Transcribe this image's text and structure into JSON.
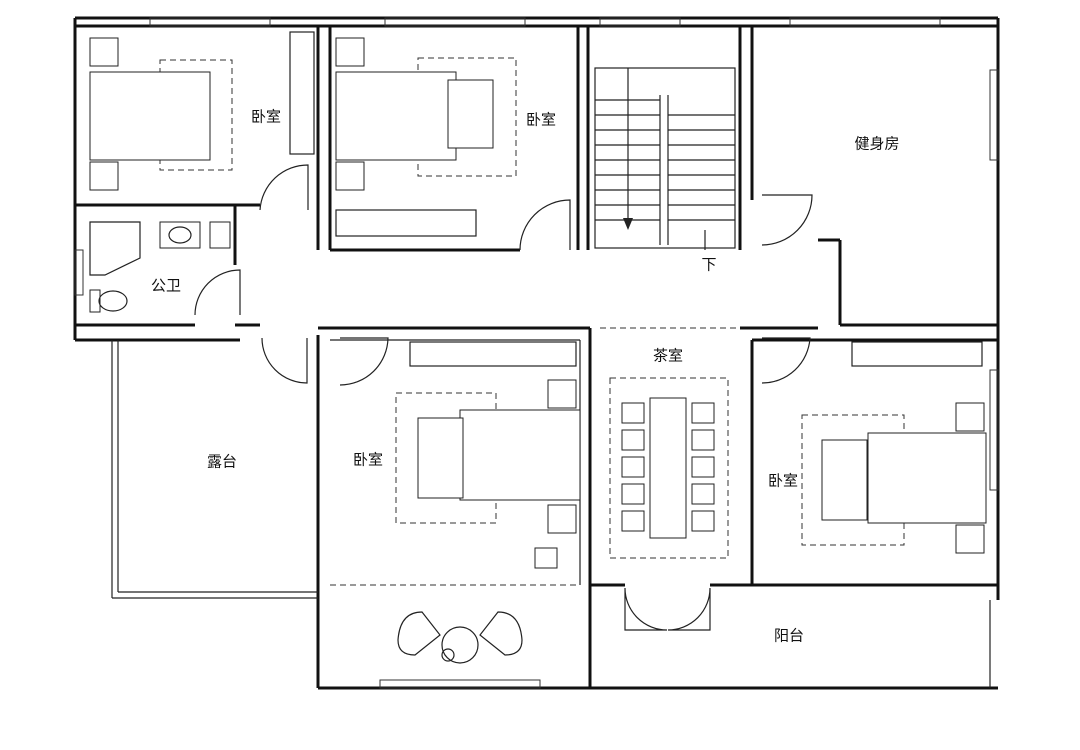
{
  "rooms": {
    "bedroom_nw": "卧室",
    "bedroom_n": "卧室",
    "fitness": "健身房",
    "bathroom": "公卫",
    "stair_down": "下",
    "tea_room": "茶室",
    "terrace": "露台",
    "bedroom_sw": "卧室",
    "bedroom_se": "卧室",
    "balcony": "阳台"
  }
}
